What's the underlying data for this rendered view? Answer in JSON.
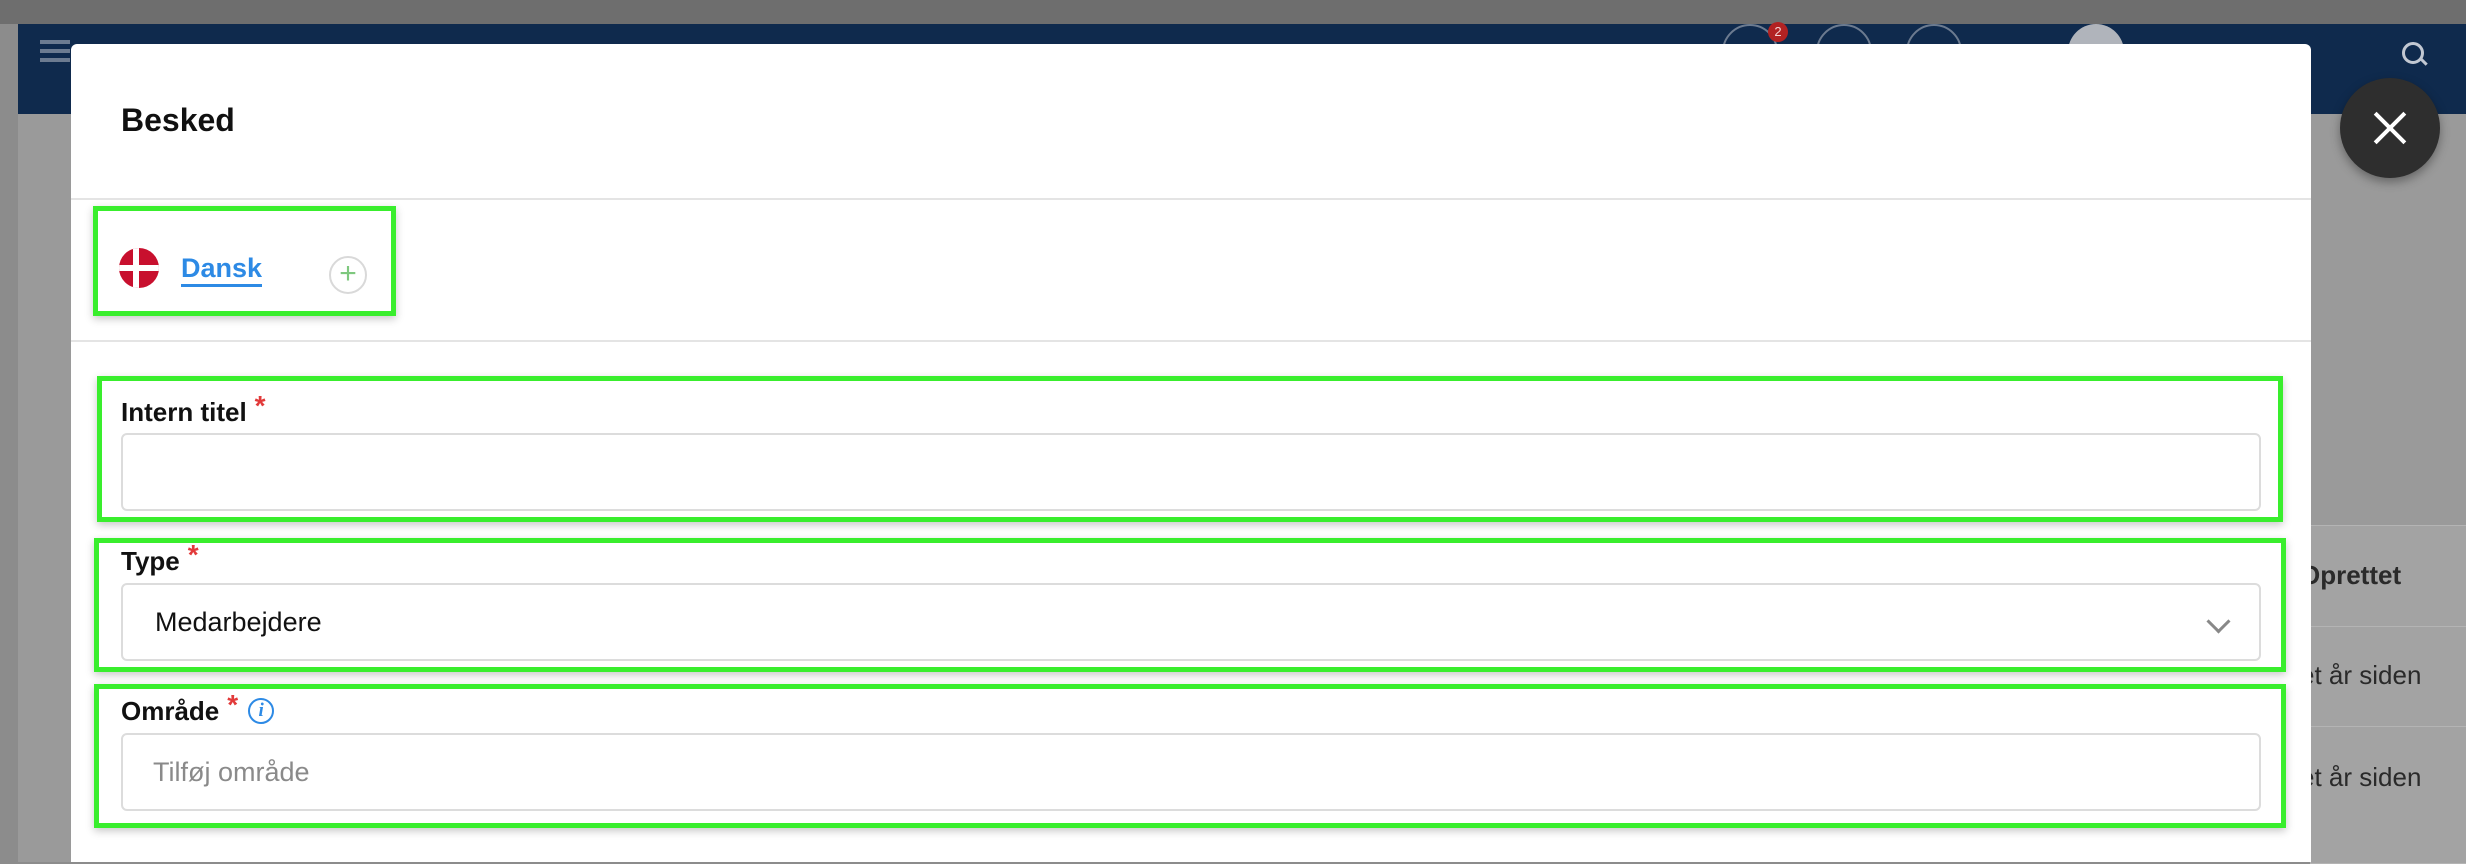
{
  "background": {
    "notification_count": "2",
    "table_header": "Oprettet",
    "table_rows": [
      "et år siden",
      "et år siden"
    ]
  },
  "modal": {
    "title": "Besked",
    "language_tab": {
      "label": "Dansk",
      "add_symbol": "+"
    },
    "fields": {
      "internal_title": {
        "label": "Intern titel",
        "required_mark": "*",
        "value": "",
        "placeholder": ""
      },
      "type": {
        "label": "Type",
        "required_mark": "*",
        "value": "Medarbejdere"
      },
      "area": {
        "label": "Område",
        "required_mark": "*",
        "info_symbol": "i",
        "placeholder": "Tilføj område"
      }
    }
  },
  "colors": {
    "accent": "#2d8ae5",
    "required": "#e23a3a",
    "highlight": "#39ee2d"
  }
}
